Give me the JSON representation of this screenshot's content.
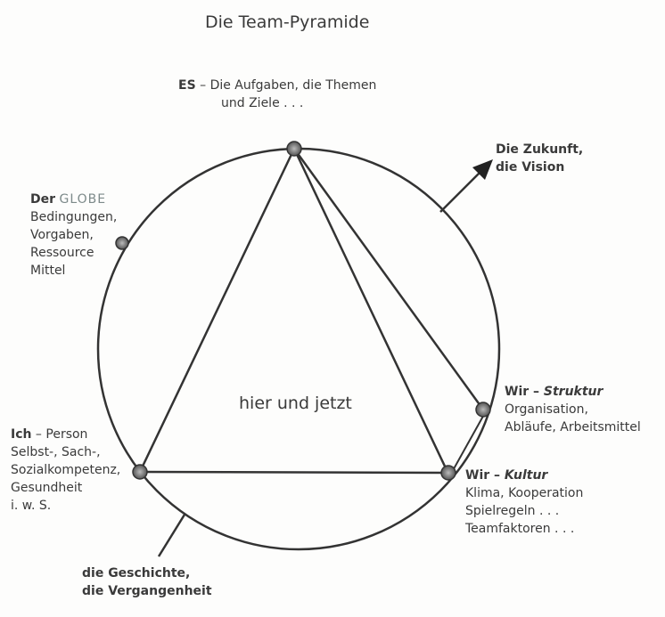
{
  "title": "Die Team-Pyramide",
  "center_label": "hier und jetzt",
  "es": {
    "head": "ES",
    "dash": " – ",
    "line1": "Die Aufgaben, die Themen",
    "line2": "und Ziele . . ."
  },
  "future": {
    "line1": "Die Zukunft,",
    "line2": "die Vision"
  },
  "globe": {
    "head": "Der",
    "word": "GLOBE",
    "lines": [
      "Bedingungen,",
      "Vorgaben,",
      "Ressource",
      "Mittel"
    ]
  },
  "ich": {
    "head": "Ich",
    "dash": " – Person",
    "lines": [
      "Selbst-, Sach-,",
      "Sozialkompetenz,",
      "Gesundheit",
      "i. w. S."
    ]
  },
  "struktur": {
    "head": "Wir – ",
    "italic": "Struktur",
    "lines": [
      "Organisation,",
      "Abläufe, Arbeitsmittel"
    ]
  },
  "kultur": {
    "head": "Wir – ",
    "italic": "Kultur",
    "lines": [
      "Klima, Kooperation",
      "Spielregeln . . .",
      "Teamfaktoren . . ."
    ]
  },
  "past": {
    "line1": "die Geschichte,",
    "line2": "die Vergangenheit"
  }
}
